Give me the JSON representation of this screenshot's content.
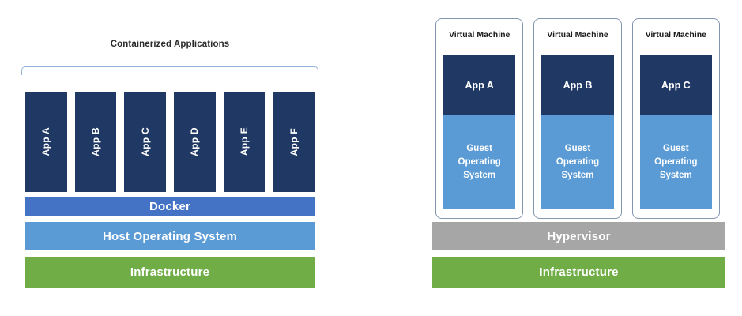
{
  "colors": {
    "navy": "#1F3864",
    "docker_blue": "#4472C4",
    "light_blue": "#5B9BD5",
    "green": "#70AD47",
    "gray": "#A6A6A6",
    "vm_border": "#8496B0",
    "bracket_blue": "#95B3D7",
    "heading_text": "#2B2B2B"
  },
  "left_diagram": {
    "title": "Containerized Applications",
    "apps": [
      "App A",
      "App B",
      "App C",
      "App D",
      "App E",
      "App F"
    ],
    "layers": {
      "docker": "Docker",
      "host_os": "Host Operating System",
      "infrastructure": "Infrastructure"
    }
  },
  "right_diagram": {
    "vms": [
      {
        "label": "Virtual Machine",
        "app": "App A",
        "guest_os": "Guest Operating System"
      },
      {
        "label": "Virtual Machine",
        "app": "App B",
        "guest_os": "Guest Operating System"
      },
      {
        "label": "Virtual Machine",
        "app": "App C",
        "guest_os": "Guest Operating System"
      }
    ],
    "layers": {
      "hypervisor": "Hypervisor",
      "infrastructure": "Infrastructure"
    }
  }
}
